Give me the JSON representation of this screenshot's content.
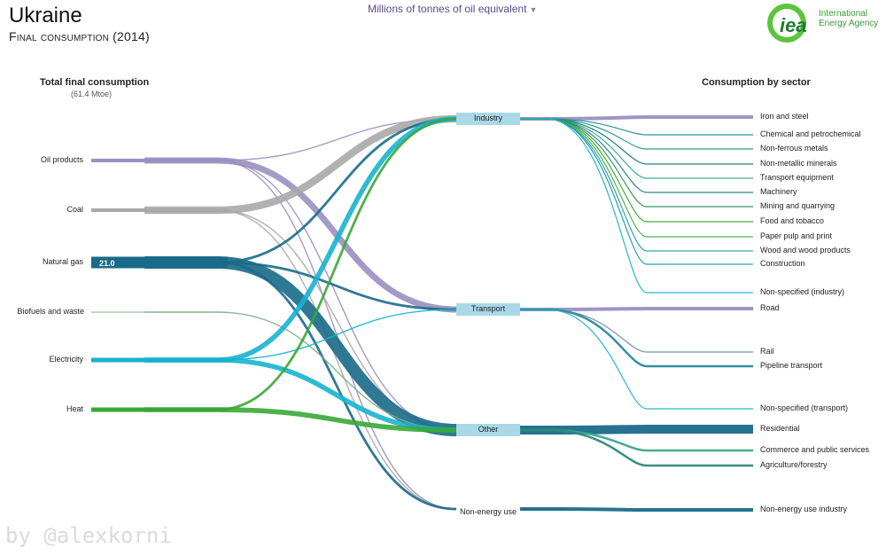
{
  "header": {
    "title": "Ukraine",
    "subtitle": "Final consumption (2014)",
    "unit_selector": "Millions of tonnes of oil equivalent",
    "logo": {
      "mark": "iea",
      "line1": "International",
      "line2": "Energy Agency",
      "color": "#5ec43f"
    }
  },
  "left_heading": {
    "title": "Total final consumption",
    "sub": "(61.4 Mtoe)"
  },
  "right_heading": "Consumption by sector",
  "watermark": "by @alexkorni",
  "chart_data": {
    "type": "sankey",
    "total_mtoe": 61.4,
    "sources": [
      {
        "name": "Oil products",
        "color": "#9a8fc0"
      },
      {
        "name": "Coal",
        "color": "#a8a8a8"
      },
      {
        "name": "Natural gas",
        "color": "#1a6a8a",
        "value_label": "21.0",
        "value": 21.0
      },
      {
        "name": "Biofuels and waste",
        "color": "#7fae8a"
      },
      {
        "name": "Electricity",
        "color": "#17b3cf"
      },
      {
        "name": "Heat",
        "color": "#3aa735"
      }
    ],
    "sectors": [
      {
        "name": "Industry",
        "color": "#a9d8e6"
      },
      {
        "name": "Transport",
        "color": "#a9d8e6"
      },
      {
        "name": "Other",
        "color": "#a9d8e6"
      },
      {
        "name": "Non-energy use",
        "color": "#ffffff"
      }
    ],
    "subsectors": [
      {
        "name": "Iron and steel",
        "sector": "Industry"
      },
      {
        "name": "Chemical and petrochemical",
        "sector": "Industry"
      },
      {
        "name": "Non-ferrous metals",
        "sector": "Industry"
      },
      {
        "name": "Non-metallic minerals",
        "sector": "Industry"
      },
      {
        "name": "Transport equipment",
        "sector": "Industry"
      },
      {
        "name": "Machinery",
        "sector": "Industry"
      },
      {
        "name": "Mining and quarrying",
        "sector": "Industry"
      },
      {
        "name": "Food and tobacco",
        "sector": "Industry"
      },
      {
        "name": "Paper pulp and print",
        "sector": "Industry"
      },
      {
        "name": "Wood and wood products",
        "sector": "Industry"
      },
      {
        "name": "Construction",
        "sector": "Industry"
      },
      {
        "name": "Non-specified (industry)",
        "sector": "Industry"
      },
      {
        "name": "Road",
        "sector": "Transport"
      },
      {
        "name": "Rail",
        "sector": "Transport"
      },
      {
        "name": "Pipeline transport",
        "sector": "Transport"
      },
      {
        "name": "Non-specified (transport)",
        "sector": "Transport"
      },
      {
        "name": "Residential",
        "sector": "Other"
      },
      {
        "name": "Commerce and public services",
        "sector": "Other"
      },
      {
        "name": "Agriculture/forestry",
        "sector": "Other"
      },
      {
        "name": "Non-energy use industry",
        "sector": "Non-energy use"
      }
    ],
    "flows": [
      {
        "from": "Oil products",
        "to": "Industry",
        "weight": 1
      },
      {
        "from": "Oil products",
        "to": "Transport",
        "weight": 5
      },
      {
        "from": "Oil products",
        "to": "Other",
        "weight": 1
      },
      {
        "from": "Oil products",
        "to": "Non-energy use",
        "weight": 1
      },
      {
        "from": "Coal",
        "to": "Industry",
        "weight": 6
      },
      {
        "from": "Coal",
        "to": "Other",
        "weight": 1
      },
      {
        "from": "Coal",
        "to": "Non-energy use",
        "weight": 1
      },
      {
        "from": "Natural gas",
        "to": "Industry",
        "weight": 2
      },
      {
        "from": "Natural gas",
        "to": "Transport",
        "weight": 2
      },
      {
        "from": "Natural gas",
        "to": "Other",
        "weight": 10
      },
      {
        "from": "Natural gas",
        "to": "Non-energy use",
        "weight": 2
      },
      {
        "from": "Biofuels and waste",
        "to": "Other",
        "weight": 1
      },
      {
        "from": "Electricity",
        "to": "Industry",
        "weight": 4
      },
      {
        "from": "Electricity",
        "to": "Transport",
        "weight": 1
      },
      {
        "from": "Electricity",
        "to": "Other",
        "weight": 4
      },
      {
        "from": "Heat",
        "to": "Industry",
        "weight": 2
      },
      {
        "from": "Heat",
        "to": "Other",
        "weight": 4
      }
    ]
  }
}
